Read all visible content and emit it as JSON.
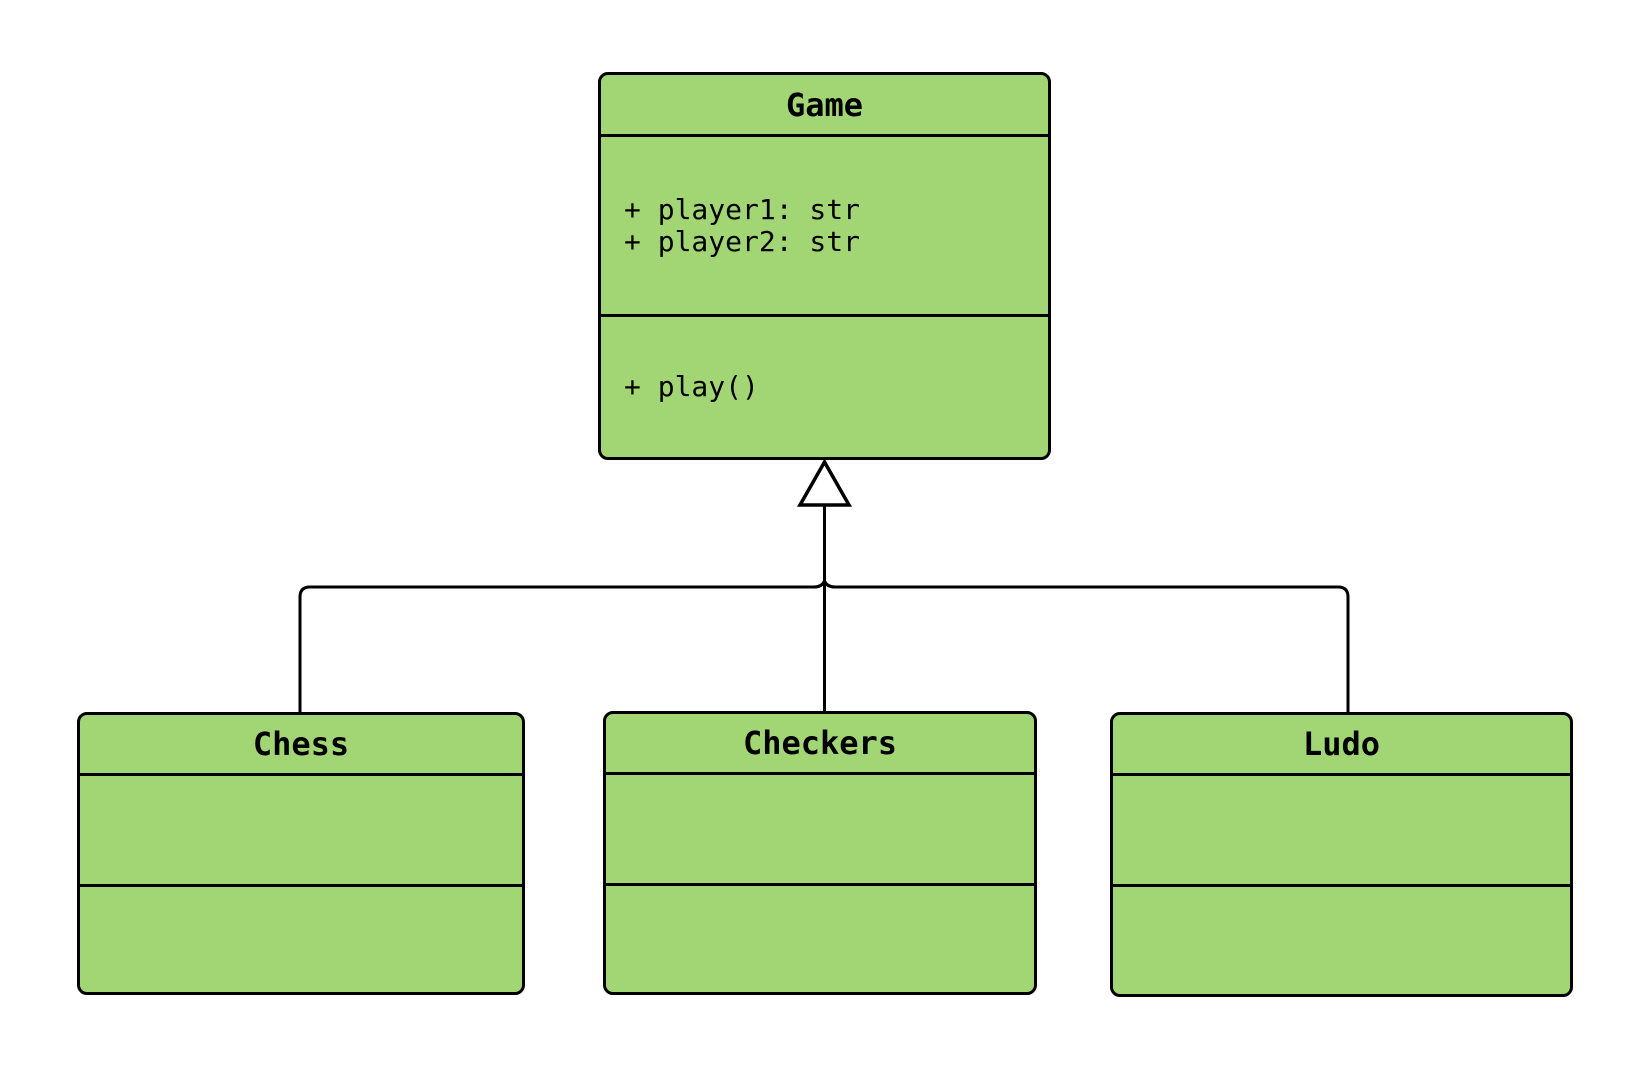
{
  "colors": {
    "background": "#ffffff",
    "node_fill": "#a2d675",
    "node_border": "#000000",
    "line": "#000000",
    "text": "#000000"
  },
  "diagram": {
    "type": "uml-class-diagram",
    "classes": [
      {
        "name": "Game",
        "attributes": [
          "+ player1: str",
          "+ player2: str"
        ],
        "methods": [
          "+ play()"
        ]
      },
      {
        "name": "Chess",
        "attributes": [],
        "methods": []
      },
      {
        "name": "Checkers",
        "attributes": [],
        "methods": []
      },
      {
        "name": "Ludo",
        "attributes": [],
        "methods": []
      }
    ],
    "relations": [
      {
        "from": "Chess",
        "to": "Game",
        "type": "inheritance"
      },
      {
        "from": "Checkers",
        "to": "Game",
        "type": "inheritance"
      },
      {
        "from": "Ludo",
        "to": "Game",
        "type": "inheritance"
      }
    ]
  }
}
